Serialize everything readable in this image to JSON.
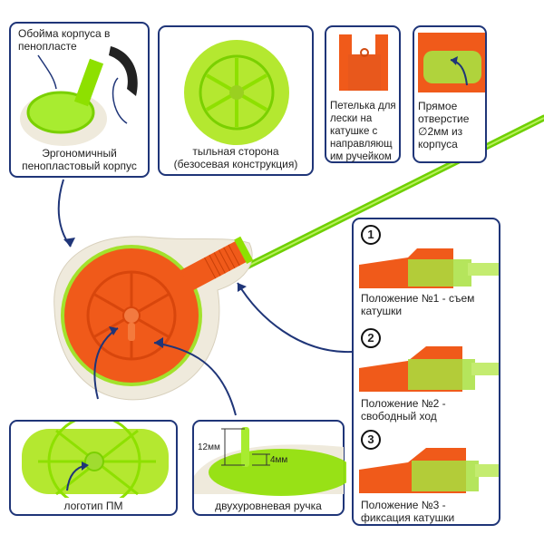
{
  "panels": {
    "foam_body": {
      "label_top": "Обойма корпуса в пенопласте",
      "label_bottom": "Эргономичный пенопластовый корпус"
    },
    "back_side": {
      "label": "тыльная сторона (безосевая конструкция)"
    },
    "line_loop": {
      "label": "Петелька для лески на катушке с направляющ им ручейком"
    },
    "hole": {
      "label": "Прямое отверстие ∅2мм из корпуса"
    },
    "positions": [
      {
        "number": "1",
        "label": "Положение №1 - съем катушки"
      },
      {
        "number": "2",
        "label": "Положение №2 - свободный ход"
      },
      {
        "number": "3",
        "label": "Положение №3 - фиксация катушки"
      }
    ],
    "logo": {
      "label": "логотип ПМ"
    },
    "handle": {
      "label": "двухуровневая ручка",
      "dim_tall": "12мм",
      "dim_short": "4мм"
    }
  },
  "colors": {
    "border": "#1f3578",
    "arrow": "#1f3578",
    "orange": "#f05a1a",
    "green": "#8ee000",
    "cream": "#efeadc"
  }
}
